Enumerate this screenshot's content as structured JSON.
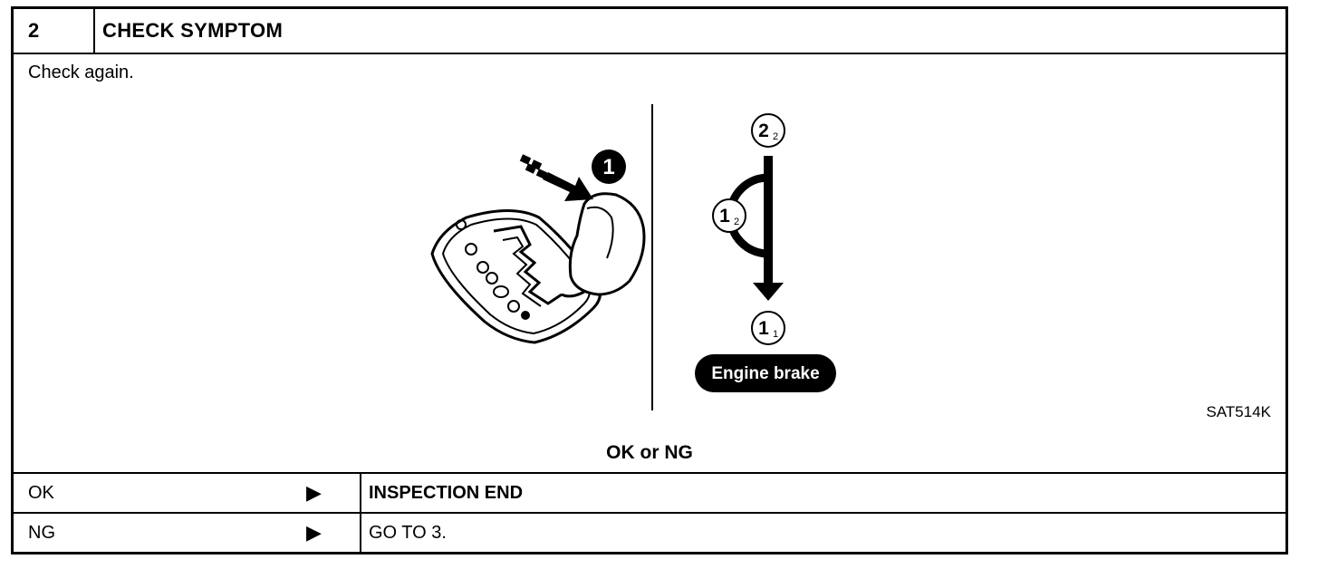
{
  "step": {
    "number": "2",
    "title": "CHECK SYMPTOM"
  },
  "instruction": "Check again.",
  "figure": {
    "marker_1": "1",
    "circle_2_main": "2",
    "circle_2_sub": "2",
    "circle_1a_main": "1",
    "circle_1a_sub": "2",
    "circle_1b_main": "1",
    "circle_1b_sub": "1",
    "engine_brake_label": "Engine brake",
    "code": "SAT514K"
  },
  "result_title": "OK or NG",
  "results": [
    {
      "label": "OK",
      "arrow": "▶",
      "action": "INSPECTION END"
    },
    {
      "label": "NG",
      "arrow": "▶",
      "action": "GO TO 3."
    }
  ]
}
